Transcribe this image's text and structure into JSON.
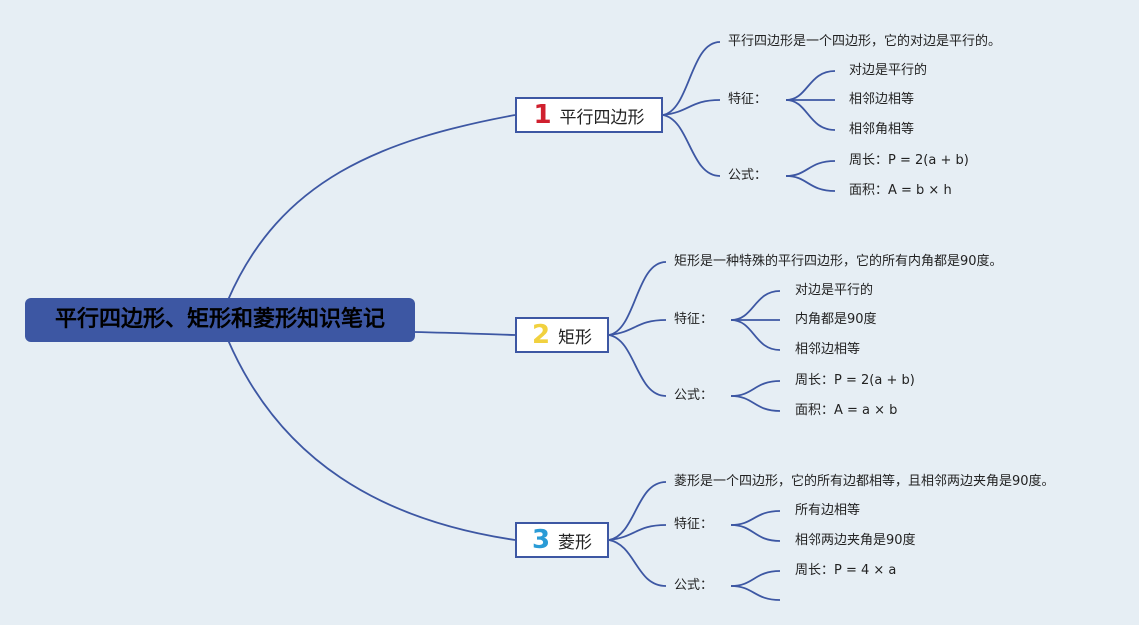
{
  "root": {
    "title": "平行四边形、矩形和菱形知识笔记"
  },
  "colors": {
    "line": "#3d57a3",
    "root_bg": "#3d57a3",
    "num1": "#d0202e",
    "num2": "#f1d13f",
    "num3": "#2a9bd6"
  },
  "branches": [
    {
      "number": "1",
      "title": "平行四边形",
      "definition": "平行四边形是一个四边形，它的对边是平行的。",
      "features_label": "特征：",
      "features": [
        "对边是平行的",
        "相邻边相等",
        "相邻角相等"
      ],
      "formula_label": "公式：",
      "formulas": [
        "周长：P = 2(a + b)",
        "面积：A = b × h"
      ]
    },
    {
      "number": "2",
      "title": "矩形",
      "definition": "矩形是一种特殊的平行四边形，它的所有内角都是90度。",
      "features_label": "特征：",
      "features": [
        "对边是平行的",
        "内角都是90度",
        "相邻边相等"
      ],
      "formula_label": "公式：",
      "formulas": [
        "周长：P = 2(a + b)",
        "面积：A = a × b"
      ]
    },
    {
      "number": "3",
      "title": "菱形",
      "definition": "菱形是一个四边形，它的所有边都相等，且相邻两边夹角是90度。",
      "features_label": "特征：",
      "features": [
        "所有边相等",
        "相邻两边夹角是90度"
      ],
      "formula_label": "公式：",
      "formulas": [
        "周长：P = 4 × a",
        ""
      ]
    }
  ]
}
